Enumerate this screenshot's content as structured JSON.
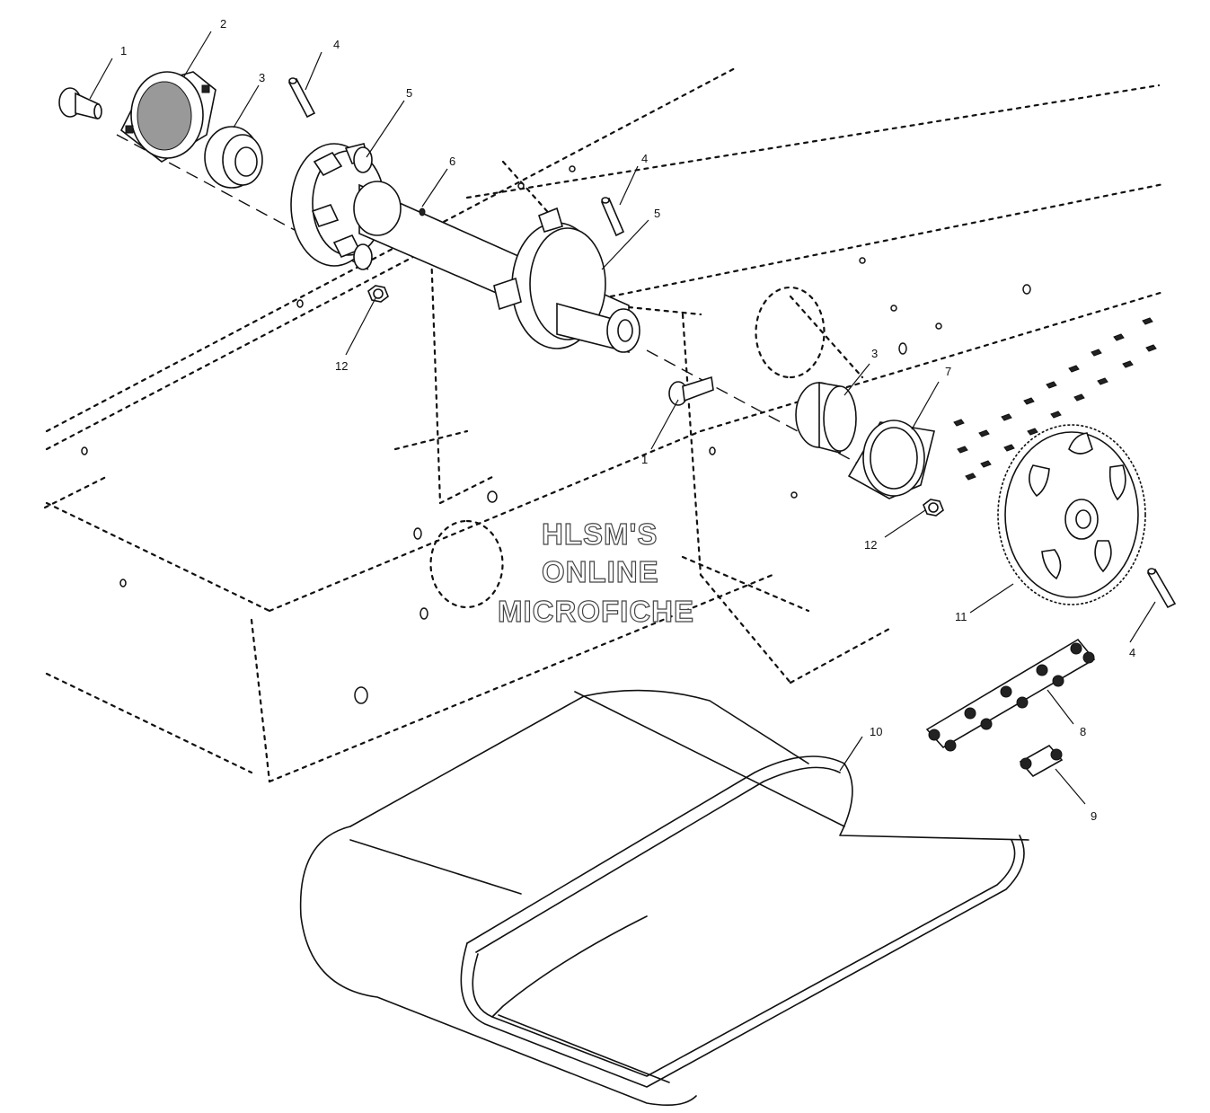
{
  "watermark": {
    "line1": "HLSM'S",
    "line2": "ONLINE",
    "line3": "MICROFICHE"
  },
  "callouts": {
    "c1a": "1",
    "c2": "2",
    "c3a": "3",
    "c4a": "4",
    "c5a": "5",
    "c6": "6",
    "c4b": "4",
    "c5b": "5",
    "c12a": "12",
    "c3b": "3",
    "c7": "7",
    "c1b": "1",
    "c12b": "12",
    "c11": "11",
    "c4c": "4",
    "c8": "8",
    "c10": "10",
    "c9": "9"
  }
}
